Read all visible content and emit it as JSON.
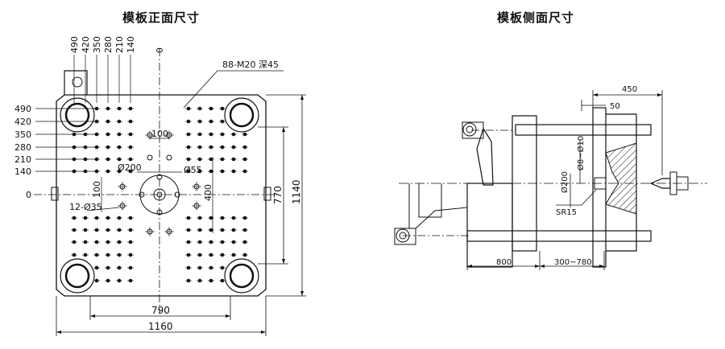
{
  "titles": {
    "front": "模板正面尺寸",
    "side": "模板侧面尺寸"
  },
  "front": {
    "top_ticks": [
      "490",
      "420",
      "350",
      "280",
      "210",
      "140",
      "0"
    ],
    "left_ticks": [
      "490",
      "420",
      "350",
      "280",
      "210",
      "140",
      "0"
    ],
    "labels": {
      "tapped_holes": "88-M20 深45",
      "d100": "100",
      "d200": "Ø200",
      "d55": "Ø55",
      "d400": "400",
      "d100v": "100",
      "holes35": "12-Ø35",
      "d790": "790",
      "d1160": "1160",
      "d770": "770",
      "d1140": "1140"
    }
  },
  "side": {
    "labels": {
      "d450": "450",
      "d50": "50",
      "d8_10": "Ø8~Ø10",
      "d200": "Ø200",
      "sr15": "SR15",
      "d800": "800",
      "d300_780": "300~780"
    }
  }
}
